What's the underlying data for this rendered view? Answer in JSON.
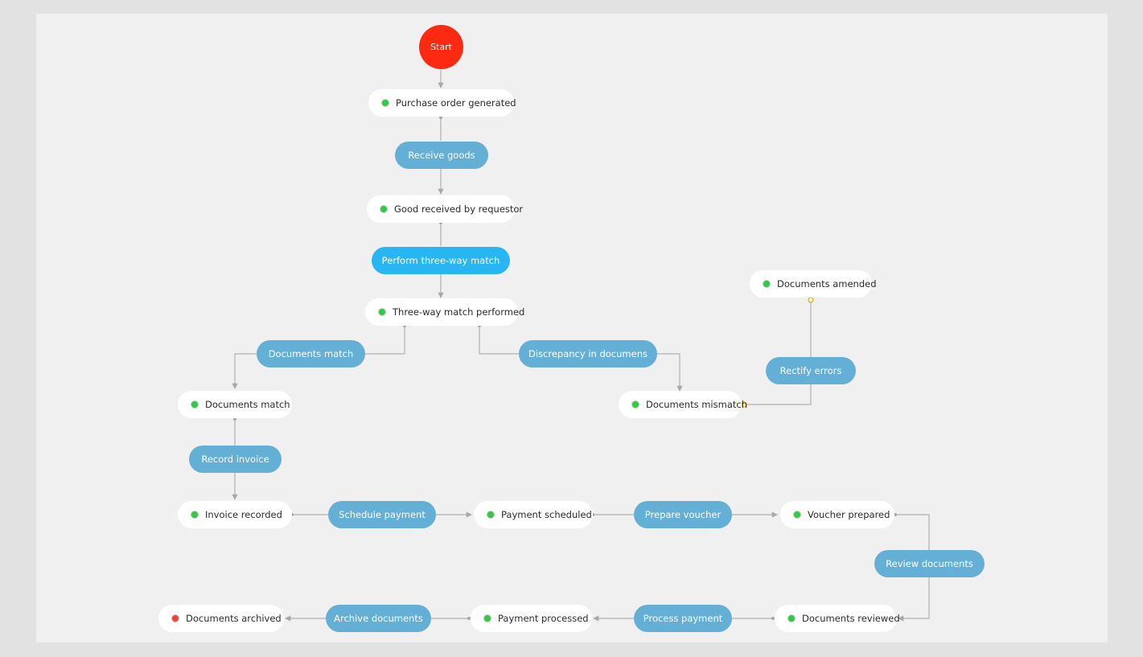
{
  "start": {
    "label": "Start"
  },
  "states": [
    {
      "id": "purchase-order-generated",
      "label": "Purchase order generated"
    },
    {
      "id": "good-received-by-requestor",
      "label": "Good received by requestor"
    },
    {
      "id": "three-way-match-performed",
      "label": "Three-way match performed"
    },
    {
      "id": "documents-amended",
      "label": "Documents amended"
    },
    {
      "id": "documents-match",
      "label": "Documents match"
    },
    {
      "id": "documents-mismatch",
      "label": "Documents mismatch"
    },
    {
      "id": "invoice-recorded",
      "label": "Invoice recorded"
    },
    {
      "id": "payment-scheduled",
      "label": "Payment scheduled"
    },
    {
      "id": "voucher-prepared",
      "label": "Voucher prepared"
    },
    {
      "id": "documents-archived",
      "label": "Documents archived",
      "end": true
    },
    {
      "id": "payment-processed",
      "label": "Payment processed"
    },
    {
      "id": "documents-reviewed",
      "label": "Documents reviewed"
    }
  ],
  "transitions": [
    {
      "id": "receive-goods",
      "label": "Receive goods"
    },
    {
      "id": "perform-three-way-match",
      "label": "Perform three-way match",
      "active": true
    },
    {
      "id": "documents-match",
      "label": "Documents match"
    },
    {
      "id": "discrepancy-in-documens",
      "label": "Discrepancy in documens"
    },
    {
      "id": "rectify-errors",
      "label": "Rectify errors"
    },
    {
      "id": "record-invoice",
      "label": "Record invoice"
    },
    {
      "id": "schedule-payment",
      "label": "Schedule payment"
    },
    {
      "id": "prepare-voucher",
      "label": "Prepare voucher"
    },
    {
      "id": "review-documents",
      "label": "Review documents"
    },
    {
      "id": "archive-documents",
      "label": "Archive documents"
    },
    {
      "id": "process-payment",
      "label": "Process payment"
    }
  ],
  "colors": {
    "start": "#fb2a10",
    "transition": "#64afd6",
    "transition_active": "#27b6f2",
    "state_dot": "#2ecc40",
    "end_dot": "#f0413b",
    "connector": "#a8a8a8",
    "loop_connector": "#f0a500"
  }
}
